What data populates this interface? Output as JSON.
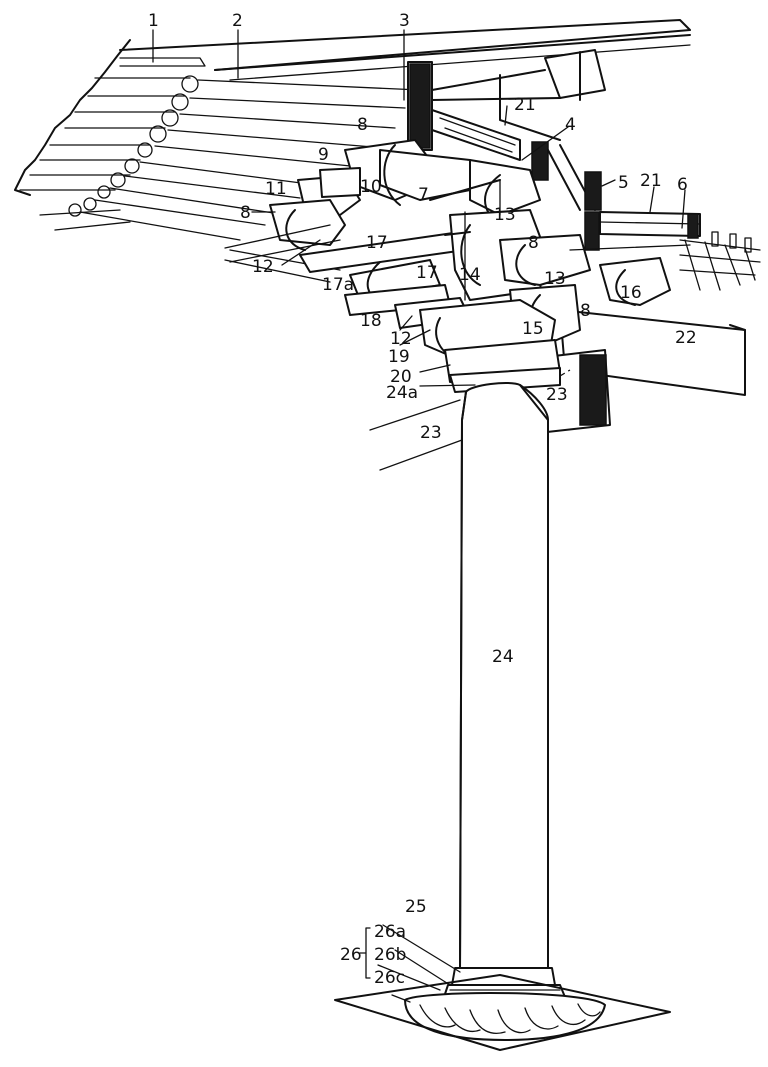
{
  "labels": {
    "l1": "1",
    "l2": "2",
    "l3": "3",
    "l4": "4",
    "l5": "5",
    "l6": "6",
    "l7": "7",
    "l8a": "8",
    "l8b": "8",
    "l8c": "8",
    "l8d": "8",
    "l9": "9",
    "l10": "10",
    "l11": "11",
    "l12a": "12",
    "l12b": "12",
    "l13a": "13",
    "l13b": "13",
    "l14": "14",
    "l15": "15",
    "l16": "16",
    "l17a": "17",
    "l17b": "17",
    "l17c": "17a",
    "l18": "18",
    "l19": "19",
    "l20": "20",
    "l21a": "21",
    "l21b": "21",
    "l22": "22",
    "l23a": "23",
    "l23b": "23",
    "l24": "24",
    "l24a": "24a",
    "l25": "25",
    "l26": "26",
    "l26a": "26a",
    "l26b": "26b",
    "l26c": "26c"
  }
}
